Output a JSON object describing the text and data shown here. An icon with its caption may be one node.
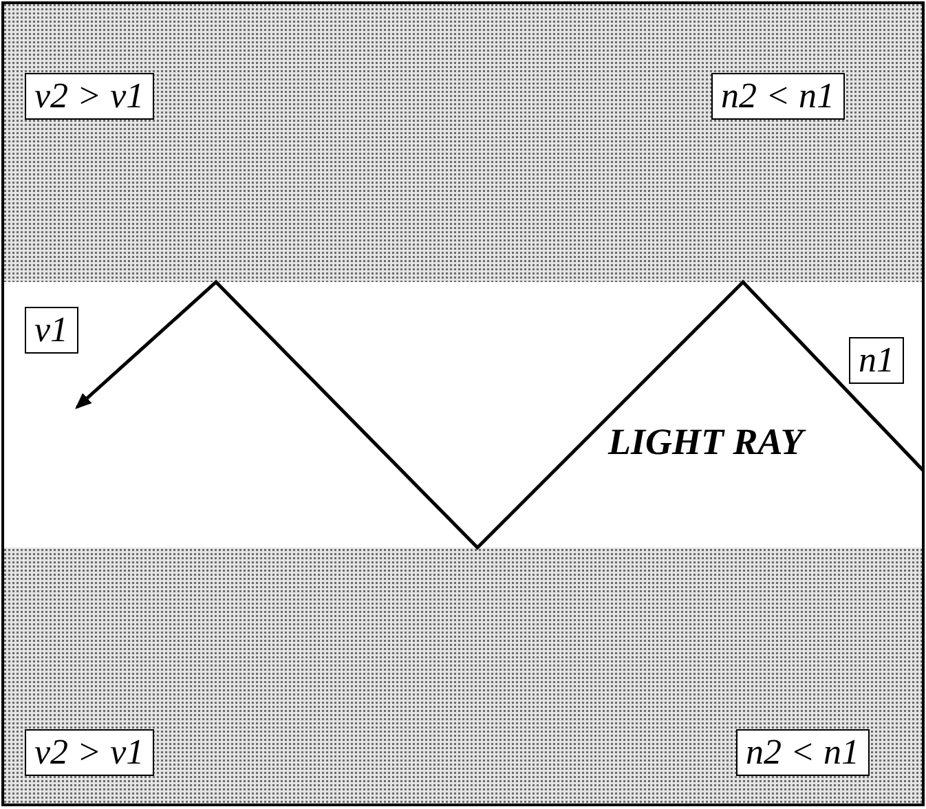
{
  "diagram": {
    "nodes": [
      {
        "text": [
          "v2 > v1"
        ]
      },
      {
        "text": [
          "n2 < n1"
        ]
      },
      {
        "text": [
          "v1"
        ]
      },
      {
        "text": [
          "n1"
        ]
      },
      {
        "text": [
          "v2 > v1"
        ]
      },
      {
        "text": [
          "n2 < n1"
        ]
      }
    ],
    "labels": [
      "LIGHT RAY"
    ]
  }
}
